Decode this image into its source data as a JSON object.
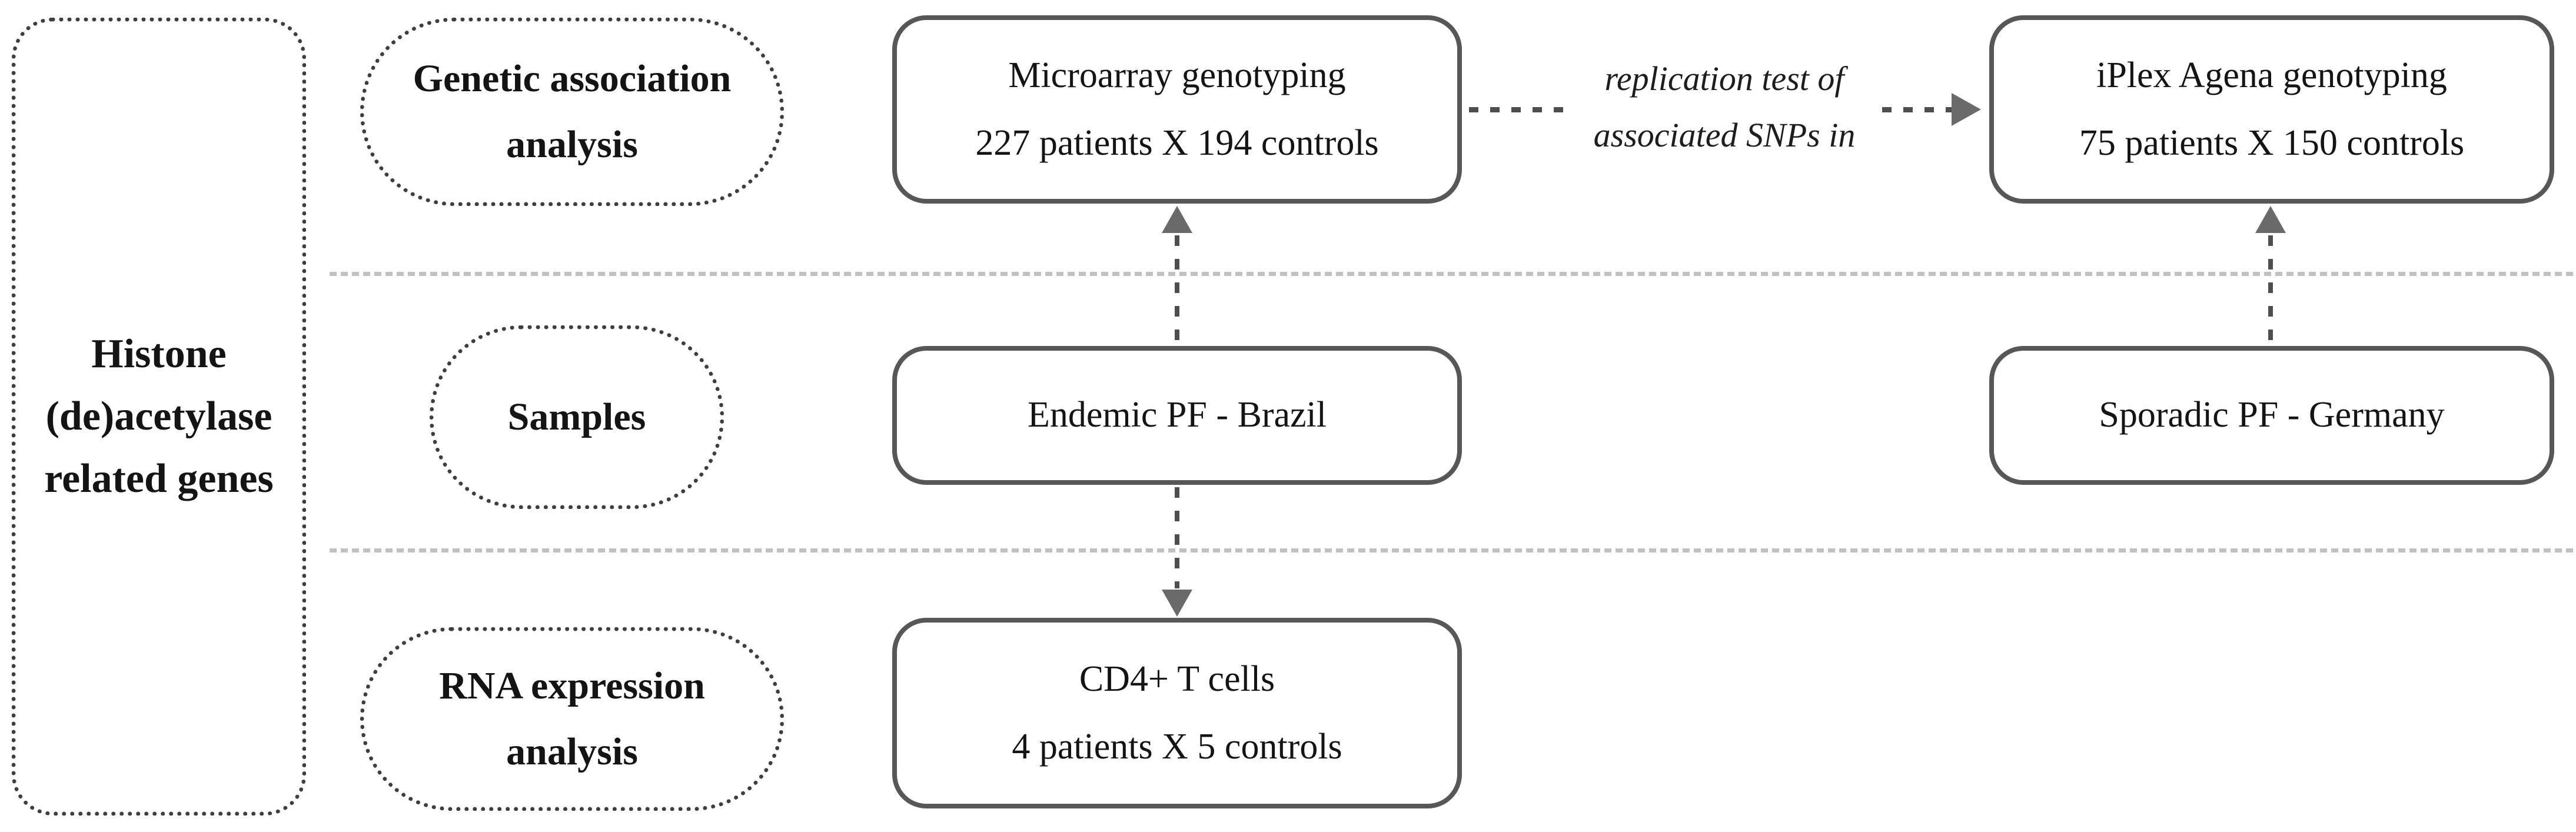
{
  "colors": {
    "background": "#ffffff",
    "dotted_outline": "#3e3e3e",
    "node_border": "#575757",
    "text": "#141414",
    "arrow": "#6a6a6a",
    "separator": "#c1c1c1"
  },
  "left_panel": {
    "lines": [
      "Histone",
      "(de)acetylase",
      "related genes"
    ]
  },
  "rows": {
    "genetic": {
      "category_lines": [
        "Genetic association",
        "analysis"
      ],
      "microarray_lines": [
        "Microarray genotyping",
        "227 patients X 194 controls"
      ],
      "replication_lines": [
        "replication test of",
        "associated SNPs in"
      ],
      "iplex_lines": [
        "iPlex Agena genotyping",
        "75 patients X 150 controls"
      ]
    },
    "samples": {
      "category": "Samples",
      "endemic": "Endemic PF - Brazil",
      "sporadic": "Sporadic PF - Germany"
    },
    "rna": {
      "category_lines": [
        "RNA expression",
        "analysis"
      ],
      "cd4_lines": [
        "CD4+ T cells",
        "4 patients X 5 controls"
      ]
    }
  }
}
